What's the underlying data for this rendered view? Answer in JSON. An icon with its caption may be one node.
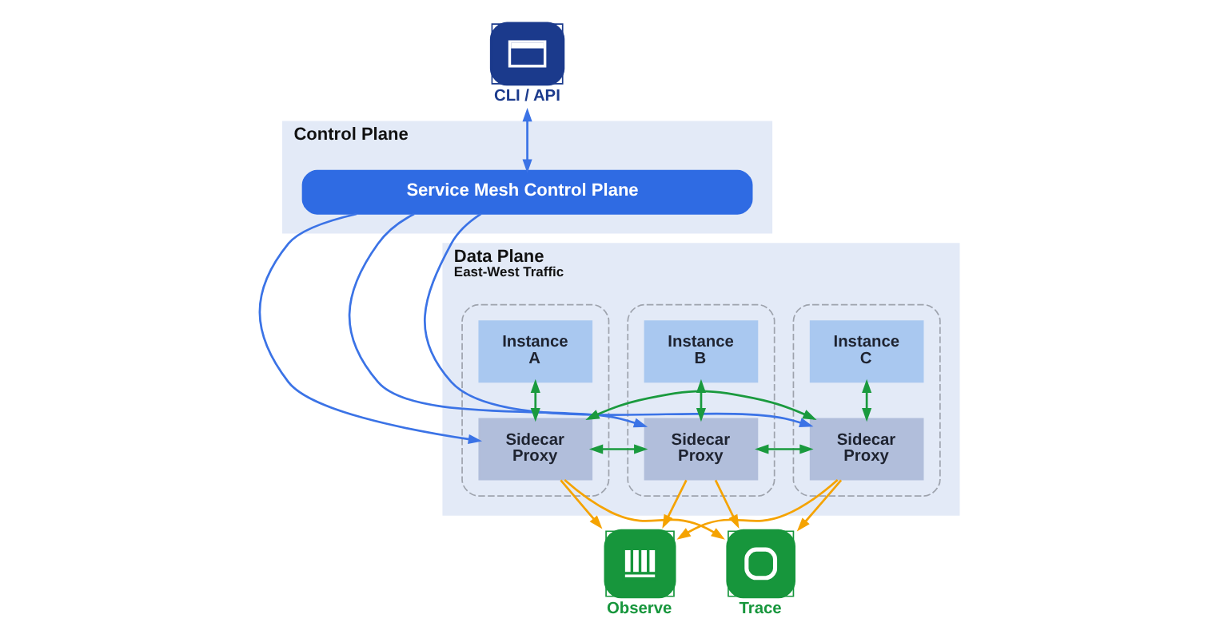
{
  "diagram": {
    "nodes": [
      {
        "text": [
          "CLI / API"
        ]
      },
      {
        "text": [
          "Control Plane"
        ]
      },
      {
        "text": [
          "Service Mesh Control Plane"
        ],
        "in": 1
      },
      {
        "text": [
          "Data Plane",
          "East-West Traffic"
        ]
      },
      {
        "text": [],
        "shape": "box",
        "in": 3
      },
      {
        "text": [
          "Instance A"
        ],
        "in": 4
      },
      {
        "text": [
          "Sidecar Proxy"
        ],
        "in": 4
      },
      {
        "text": [],
        "shape": "box",
        "in": 3
      },
      {
        "text": [
          "Instance B"
        ],
        "in": 7
      },
      {
        "text": [
          "Sidecar Proxy"
        ],
        "in": 7
      },
      {
        "text": [],
        "shape": "box",
        "in": 3
      },
      {
        "text": [
          "Instance C"
        ],
        "in": 10
      },
      {
        "text": [
          "Sidecar Proxy"
        ],
        "in": 10
      },
      {
        "text": [
          "Observe"
        ]
      },
      {
        "text": [
          "Trace"
        ]
      }
    ],
    "edges": [
      {
        "from": 0,
        "to": 2,
        "arrow": "both",
        "color": "#3b73e6"
      },
      {
        "from": 2,
        "to": 6,
        "arrow": "to",
        "color": "#3b73e6"
      },
      {
        "from": 2,
        "to": 9,
        "arrow": "to",
        "color": "#3b73e6"
      },
      {
        "from": 2,
        "to": 12,
        "arrow": "to",
        "color": "#3b73e6"
      },
      {
        "from": 5,
        "to": 6,
        "arrow": "both",
        "color": "#1a9a3e"
      },
      {
        "from": 8,
        "to": 9,
        "arrow": "both",
        "color": "#1a9a3e"
      },
      {
        "from": 11,
        "to": 12,
        "arrow": "both",
        "color": "#1a9a3e"
      },
      {
        "from": 6,
        "to": 9,
        "arrow": "both",
        "color": "#1a9a3e"
      },
      {
        "from": 9,
        "to": 12,
        "arrow": "both",
        "color": "#1a9a3e"
      },
      {
        "from": 6,
        "to": 12,
        "arrow": "both",
        "color": "#1a9a3e"
      },
      {
        "from": 6,
        "to": 13,
        "arrow": "to",
        "color": "#f5a300"
      },
      {
        "from": 6,
        "to": 14,
        "arrow": "to",
        "color": "#f5a300"
      },
      {
        "from": 9,
        "to": 13,
        "arrow": "to",
        "color": "#f5a300"
      },
      {
        "from": 9,
        "to": 14,
        "arrow": "to",
        "color": "#f5a300"
      },
      {
        "from": 12,
        "to": 13,
        "arrow": "to",
        "color": "#f5a300"
      },
      {
        "from": 12,
        "to": 14,
        "arrow": "to",
        "color": "#f5a300"
      }
    ]
  }
}
